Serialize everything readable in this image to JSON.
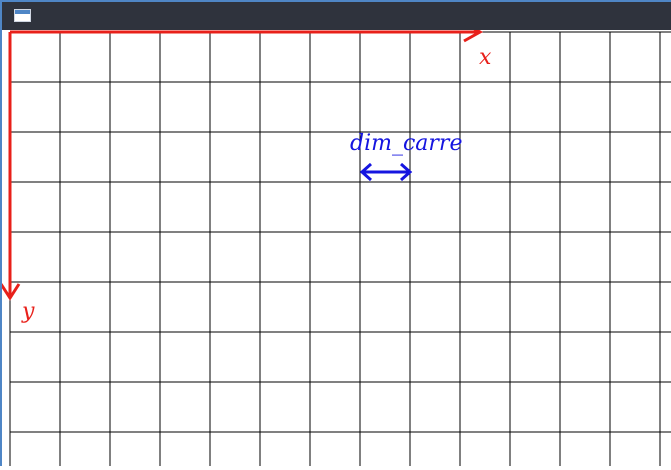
{
  "window": {
    "title": "",
    "icon": "window-icon"
  },
  "grid": {
    "columns": 14,
    "rows": 9,
    "line_color": "#000000"
  },
  "annotations": {
    "x_axis_label": "x",
    "y_axis_label": "y",
    "square_size_label": "dim_carre",
    "axis_color": "#e8201a",
    "dimension_color": "#1515e0"
  }
}
